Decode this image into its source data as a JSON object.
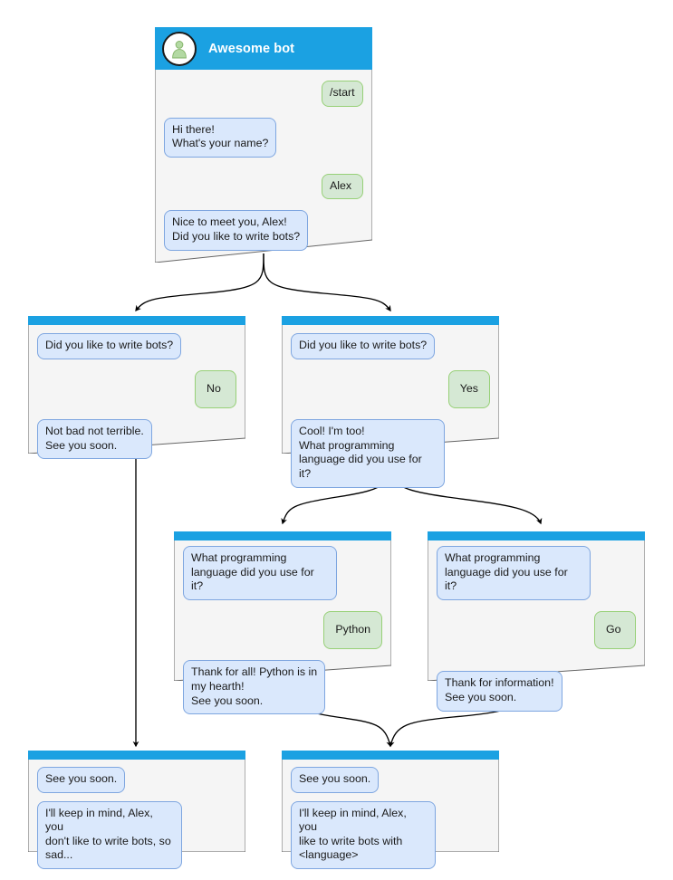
{
  "diagram": {
    "title": "Awesome bot conversation flow",
    "type": "flowchart",
    "colors": {
      "header_bar": "#1ba1e2",
      "card_body": "#f5f5f5",
      "card_border": "#666666",
      "bot_bubble_fill": "#dae8fc",
      "bot_bubble_stroke": "#7ea6e0",
      "user_bubble_fill": "#d5e8d4",
      "user_bubble_stroke": "#97d077",
      "edge": "#000000",
      "avatar_person": "#b3d9a3",
      "title_text": "#ffffff"
    }
  },
  "nodes": {
    "root": {
      "title": "Awesome bot",
      "avatar_icon": "person-avatar-icon",
      "messages": [
        {
          "side": "right",
          "text": "/start"
        },
        {
          "side": "left",
          "text": "Hi there!\nWhat's your name?"
        },
        {
          "side": "right",
          "text": "Alex"
        },
        {
          "side": "left",
          "text": "Nice to meet you, Alex!\nDid you like to write bots?"
        }
      ]
    },
    "no_branch": {
      "messages": [
        {
          "side": "left",
          "text": "Did you like to write bots?"
        },
        {
          "side": "right",
          "text": "No"
        },
        {
          "side": "left",
          "text": "Not bad not terrible.\nSee you soon."
        }
      ]
    },
    "yes_branch": {
      "messages": [
        {
          "side": "left",
          "text": "Did you like to write bots?"
        },
        {
          "side": "right",
          "text": "Yes"
        },
        {
          "side": "left",
          "text": "Cool! I'm too!\nWhat programming\nlanguage did you use for it?"
        }
      ]
    },
    "python_branch": {
      "messages": [
        {
          "side": "left",
          "text": "What programming\nlanguage did you use for it?"
        },
        {
          "side": "right",
          "text": "Python"
        },
        {
          "side": "left",
          "text": "Thank for all! Python is in\nmy hearth!\nSee you soon."
        }
      ]
    },
    "go_branch": {
      "messages": [
        {
          "side": "left",
          "text": "What programming\nlanguage did you use for it?"
        },
        {
          "side": "right",
          "text": "Go"
        },
        {
          "side": "left",
          "text": "Thank for information!\nSee you soon."
        }
      ]
    },
    "end_sad": {
      "messages": [
        {
          "side": "left",
          "text": "See you soon."
        },
        {
          "side": "left",
          "text": "I'll keep in mind, Alex, you\ndon't like to write bots, so\nsad..."
        }
      ]
    },
    "end_happy": {
      "messages": [
        {
          "side": "left",
          "text": "See you soon."
        },
        {
          "side": "left",
          "text": "I'll keep in mind, Alex, you\nlike to write bots with\n<language>"
        }
      ]
    }
  }
}
